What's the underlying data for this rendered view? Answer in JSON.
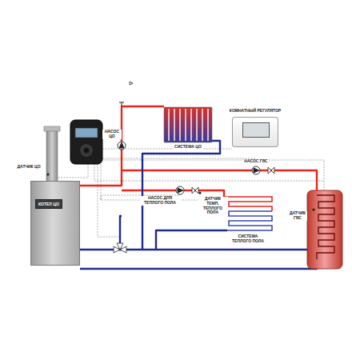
{
  "diagram": {
    "nodes": [
      {
        "text": [
          "КОТЕЛ ЦО"
        ]
      },
      {
        "text": [
          "КОМНАТНЫЙ РЕГУЛЯТОР"
        ]
      }
    ],
    "labels": [
      "ДАТЧИК ЦО",
      "НАСОС ЦО",
      "СИСТЕМА ЦО",
      "НАСОС ГВС",
      "НАСОС ДЛЯ ТЕПЛОГО ПОЛА",
      "ДАТЧИК ТЕМП. ТЕПЛОГО ПОЛА",
      "СИСТЕМА ТЕПЛОГО ПОЛА",
      "ДАТЧИК ГВС"
    ]
  }
}
